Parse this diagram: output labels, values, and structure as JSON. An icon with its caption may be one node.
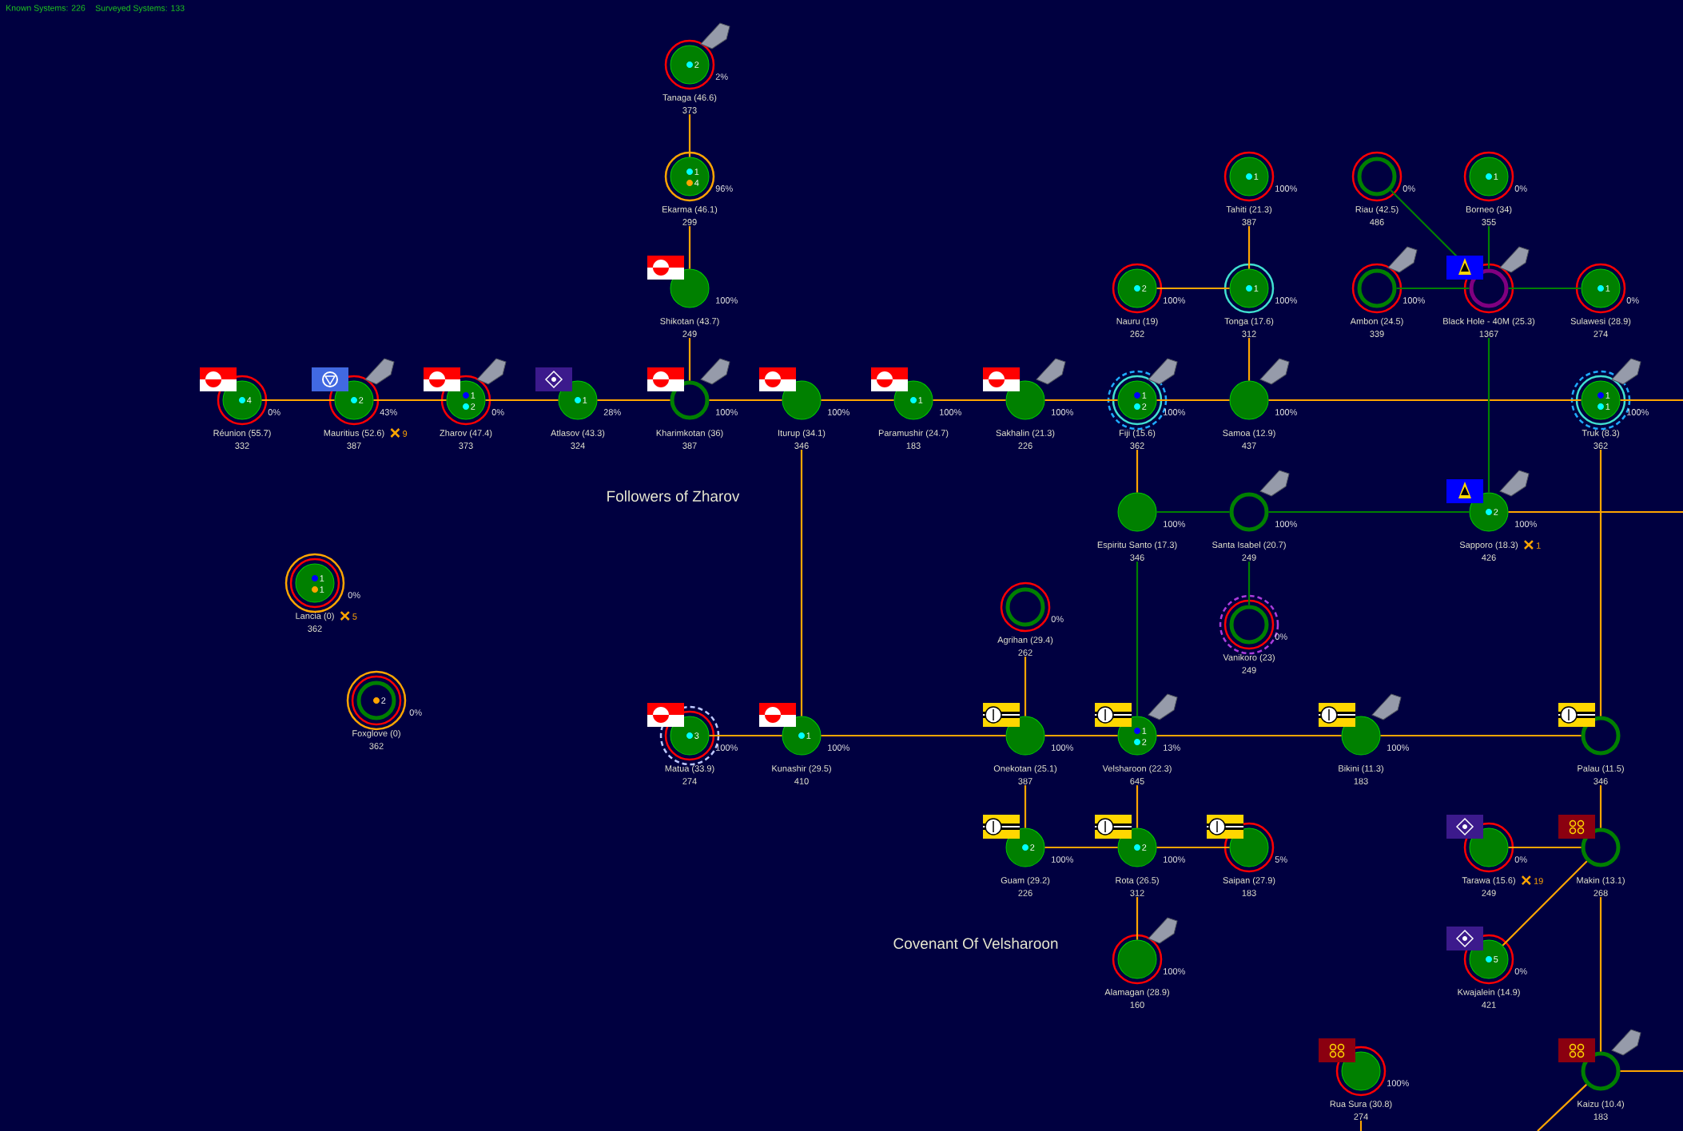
{
  "diagram": {
    "nodes": [
      {
        "text": [
          "2",
          "Tanaga (46.6)",
          "373"
        ],
        "beside": [
          "2%"
        ]
      },
      {
        "text": [
          "1",
          "4",
          "Ekarma (46.1)",
          "299"
        ],
        "beside": [
          "96%"
        ]
      },
      {
        "text": [
          "Shikotan (43.7)",
          "249"
        ],
        "beside": [
          "100%"
        ]
      },
      {
        "text": [
          "1",
          "Tahiti (21.3)",
          "387"
        ],
        "beside": [
          "100%"
        ]
      },
      {
        "text": [
          "Riau (42.5)",
          "486"
        ],
        "beside": [
          "0%"
        ]
      },
      {
        "text": [
          "1",
          "Borneo (34)",
          "355"
        ],
        "beside": [
          "0%"
        ]
      },
      {
        "text": [
          "2",
          "Nauru (19)",
          "262"
        ],
        "beside": [
          "100%"
        ]
      },
      {
        "text": [
          "1",
          "Tonga (17.6)",
          "312"
        ],
        "beside": [
          "100%"
        ]
      },
      {
        "text": [
          "Ambon (24.5)",
          "339"
        ],
        "beside": [
          "100%"
        ]
      },
      {
        "text": [
          "Black Hole - 40M (25.3)",
          "1367"
        ]
      },
      {
        "text": [
          "1",
          "Sulawesi (28.9)",
          "274"
        ],
        "beside": [
          "0%"
        ]
      },
      {
        "text": [
          "4",
          "Réunion (55.7)",
          "332"
        ],
        "beside": [
          "0%"
        ]
      },
      {
        "text": [
          "2",
          "Mauritius (52.6)",
          "387"
        ],
        "beside": [
          "43%",
          "9"
        ]
      },
      {
        "text": [
          "1",
          "2",
          "Zharov (47.4)",
          "373"
        ],
        "beside": [
          "0%"
        ]
      },
      {
        "text": [
          "1",
          "Atlasov (43.3)",
          "324"
        ],
        "beside": [
          "28%"
        ]
      },
      {
        "text": [
          "Kharimkotan (36)",
          "387"
        ],
        "beside": [
          "100%"
        ]
      },
      {
        "text": [
          "Iturup (34.1)",
          "346"
        ],
        "beside": [
          "100%"
        ]
      },
      {
        "text": [
          "1",
          "Paramushir (24.7)",
          "183"
        ],
        "beside": [
          "100%"
        ]
      },
      {
        "text": [
          "Sakhalin (21.3)",
          "226"
        ],
        "beside": [
          "100%"
        ]
      },
      {
        "text": [
          "1",
          "2",
          "Fiji (15.6)",
          "362"
        ],
        "beside": [
          "100%"
        ]
      },
      {
        "text": [
          "Samoa (12.9)",
          "437"
        ],
        "beside": [
          "100%"
        ]
      },
      {
        "text": [
          "1",
          "1",
          "Truk (8.3)",
          "362"
        ],
        "beside": [
          "100%"
        ]
      },
      {
        "text": [
          "Espiritu Santo (17.3)",
          "346"
        ],
        "beside": [
          "100%"
        ]
      },
      {
        "text": [
          "Santa Isabel (20.7)",
          "249"
        ],
        "beside": [
          "100%"
        ]
      },
      {
        "text": [
          "2",
          "Sapporo (18.3)",
          "426"
        ],
        "beside": [
          "100%",
          "1"
        ]
      },
      {
        "text": [
          "1",
          "1",
          "Lancia (0)",
          "362"
        ],
        "beside": [
          "0%",
          "5"
        ]
      },
      {
        "text": [
          "Agrihan (29.4)",
          "262"
        ],
        "beside": [
          "0%"
        ]
      },
      {
        "text": [
          "Vanikoro (23)",
          "249"
        ],
        "beside": [
          "0%"
        ]
      },
      {
        "text": [
          "2",
          "Foxglove (0)",
          "362"
        ],
        "beside": [
          "0%"
        ]
      },
      {
        "text": [
          "3",
          "Matua (33.9)",
          "274"
        ],
        "beside": [
          "100%"
        ]
      },
      {
        "text": [
          "1",
          "Kunashir (29.5)",
          "410"
        ],
        "beside": [
          "100%"
        ]
      },
      {
        "text": [
          "Onekotan (25.1)",
          "387"
        ],
        "beside": [
          "100%"
        ]
      },
      {
        "text": [
          "1",
          "2",
          "Velsharoon (22.3)",
          "645"
        ],
        "beside": [
          "13%"
        ]
      },
      {
        "text": [
          "Bikini (11.3)",
          "183"
        ],
        "beside": [
          "100%"
        ]
      },
      {
        "text": [
          "Palau (11.5)",
          "346"
        ]
      },
      {
        "text": [
          "2",
          "Guam (29.2)",
          "226"
        ],
        "beside": [
          "100%"
        ]
      },
      {
        "text": [
          "2",
          "Rota (26.5)",
          "312"
        ],
        "beside": [
          "100%"
        ]
      },
      {
        "text": [
          "Saipan (27.9)",
          "183"
        ],
        "beside": [
          "5%"
        ]
      },
      {
        "text": [
          "Tarawa (15.6)",
          "249"
        ],
        "beside": [
          "0%",
          "19"
        ]
      },
      {
        "text": [
          "Makin (13.1)",
          "268"
        ]
      },
      {
        "text": [
          "Alamagan (28.9)",
          "160"
        ],
        "beside": [
          "100%"
        ]
      },
      {
        "text": [
          "5",
          "Kwajalein (14.9)",
          "421"
        ],
        "beside": [
          "0%"
        ]
      },
      {
        "text": [
          "Rua Sura (30.8)",
          "274"
        ],
        "beside": [
          "100%"
        ]
      },
      {
        "text": [
          "Kaizu (10.4)",
          "183"
        ]
      }
    ],
    "edges": [
      {
        "from": 0,
        "to": 1,
        "arrow": "none"
      },
      {
        "from": 1,
        "to": 2,
        "arrow": "none"
      },
      {
        "from": 2,
        "to": 15,
        "arrow": "none"
      },
      {
        "from": 11,
        "to": 12,
        "arrow": "none"
      },
      {
        "from": 12,
        "to": 13,
        "arrow": "none"
      },
      {
        "from": 13,
        "to": 14,
        "arrow": "none"
      },
      {
        "from": 14,
        "to": 15,
        "arrow": "none"
      },
      {
        "from": 15,
        "to": 16,
        "arrow": "none"
      },
      {
        "from": 16,
        "to": 17,
        "arrow": "none"
      },
      {
        "from": 17,
        "to": 18,
        "arrow": "none"
      },
      {
        "from": 18,
        "to": 19,
        "arrow": "none"
      },
      {
        "from": 19,
        "to": 20,
        "arrow": "none"
      },
      {
        "from": 20,
        "to": 21,
        "arrow": "none"
      },
      {
        "from": 21,
        "to": null,
        "arrow": "none"
      },
      {
        "from": 3,
        "to": 7,
        "arrow": "none"
      },
      {
        "from": 6,
        "to": 7,
        "arrow": "none"
      },
      {
        "from": 7,
        "to": 20,
        "arrow": "none"
      },
      {
        "from": 4,
        "to": 9,
        "arrow": "none",
        "color": "#008000"
      },
      {
        "from": 5,
        "to": 9,
        "arrow": "none",
        "color": "#008000"
      },
      {
        "from": 8,
        "to": 9,
        "arrow": "none",
        "color": "#008000"
      },
      {
        "from": 9,
        "to": 10,
        "arrow": "none",
        "color": "#008000"
      },
      {
        "from": 9,
        "to": 24,
        "arrow": "none",
        "color": "#008000"
      },
      {
        "from": 19,
        "to": 22,
        "arrow": "none"
      },
      {
        "from": 22,
        "to": 23,
        "arrow": "none",
        "color": "#008000"
      },
      {
        "from": 23,
        "to": 24,
        "arrow": "none",
        "color": "#008000"
      },
      {
        "from": 23,
        "to": 27,
        "arrow": "none",
        "color": "#008000"
      },
      {
        "from": 22,
        "to": 32,
        "arrow": "none",
        "color": "#008000"
      },
      {
        "from": 24,
        "to": null,
        "arrow": "none"
      },
      {
        "from": 21,
        "to": 34,
        "arrow": "none"
      },
      {
        "from": 16,
        "to": 30,
        "arrow": "none"
      },
      {
        "from": 29,
        "to": 30,
        "arrow": "none"
      },
      {
        "from": 30,
        "to": 31,
        "arrow": "none"
      },
      {
        "from": 31,
        "to": 32,
        "arrow": "none"
      },
      {
        "from": 32,
        "to": 33,
        "arrow": "none"
      },
      {
        "from": 33,
        "to": 34,
        "arrow": "none"
      },
      {
        "from": 26,
        "to": 31,
        "arrow": "none"
      },
      {
        "from": 31,
        "to": 35,
        "arrow": "none"
      },
      {
        "from": 32,
        "to": 36,
        "arrow": "none"
      },
      {
        "from": 35,
        "to": 36,
        "arrow": "none"
      },
      {
        "from": 36,
        "to": 37,
        "arrow": "none"
      },
      {
        "from": 36,
        "to": 40,
        "arrow": "none"
      },
      {
        "from": 34,
        "to": 39,
        "arrow": "none"
      },
      {
        "from": 38,
        "to": 39,
        "arrow": "none"
      },
      {
        "from": 39,
        "to": 41,
        "arrow": "none"
      },
      {
        "from": 39,
        "to": 43,
        "arrow": "none"
      },
      {
        "from": 43,
        "to": null,
        "arrow": "none"
      },
      {
        "from": 43,
        "to": null,
        "arrow": "none"
      },
      {
        "from": 42,
        "to": null,
        "arrow": "none"
      }
    ],
    "labels": [
      "Known Systems: 226",
      "Surveyed Systems: 133",
      "Followers of Zharov",
      "Covenant Of Velsharoon"
    ]
  }
}
